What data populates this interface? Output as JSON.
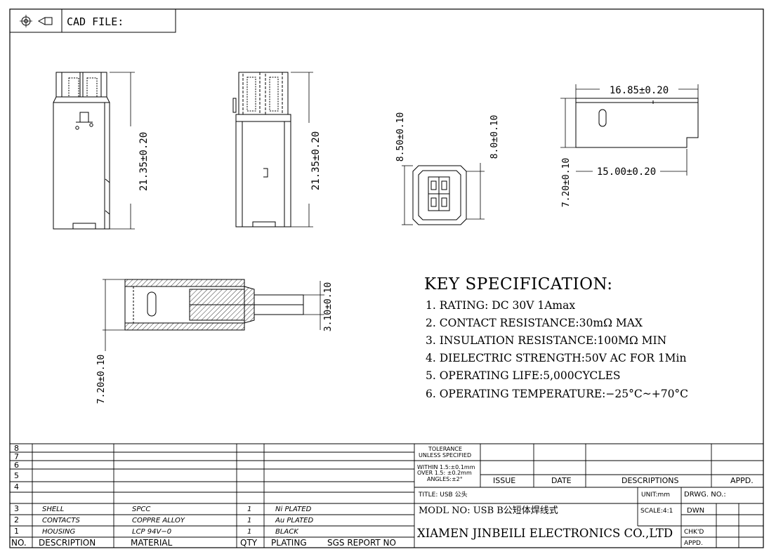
{
  "header": {
    "cad_file_label": "CAD FILE:"
  },
  "dimensions": {
    "front_height": "21.35±0.20",
    "side_height": "21.35±0.20",
    "face_outer_height": "8.50±0.10",
    "face_inner_height": "8.0±0.10",
    "top_length_outer": "16.85±0.20",
    "top_length_inner": "15.00±0.20",
    "top_height": "7.20±0.10",
    "section_height": "7.20±0.10",
    "cable_dia": "3.10±0.10"
  },
  "spec": {
    "title": "KEY  SPECIFICATION:",
    "items": [
      "1. RATING: DC  30V   1Amax",
      "2. CONTACT  RESISTANCE:30mΩ  MAX",
      "3. INSULATION  RESISTANCE:100MΩ  MIN",
      "4. DIELECTRIC  STRENGTH:50V  AC  FOR  1Min",
      "5. OPERATING  LIFE:5,000CYCLES",
      "6. OPERATING  TEMPERATURE:−25°C~+70°C"
    ]
  },
  "bom": {
    "empty_rows": [
      "8",
      "7",
      "6",
      "5",
      "4"
    ],
    "rows": [
      {
        "no": "3",
        "description": "SHELL",
        "material": "SPCC",
        "qty": "1",
        "plating": "Ni PLATED"
      },
      {
        "no": "2",
        "description": "CONTACTS",
        "material": "COPPRE ALLOY",
        "qty": "1",
        "plating": "Au PLATED"
      },
      {
        "no": "1",
        "description": "HOUSING",
        "material": "LCP 94V−0",
        "qty": "1",
        "plating": "BLACK"
      }
    ],
    "headers": {
      "no": "NO.",
      "description": "DESCRIPTION",
      "material": "MATERIAL",
      "qty": "QTY",
      "plating": "PLATING",
      "sgs": "SGS REPORT NO"
    }
  },
  "title_block": {
    "tolerance_1": "TOLERANCE",
    "tolerance_2": "UNLESS SPECIFIED",
    "within": "WITHIN 1.5:±0.1mm",
    "over": "OVER 1.5: ±0.2mm",
    "angles": "ANGLES:±2°",
    "issue": "ISSUE",
    "date": "DATE",
    "descriptions": "DESCRIPTIONS",
    "appd_header": "APPD.",
    "title": "TITLE: USB 公头",
    "unit": "UNIT:mm",
    "drwg_no": "DRWG. NO.:",
    "model": "MODL NO:  USB  B公短体焊线式",
    "scale": "SCALE:4:1",
    "dwn": "DWN",
    "company": "XIAMEN JINBEILI ELECTRONICS CO.,LTD",
    "chkd": "CHK'D",
    "appd": "APPD."
  }
}
